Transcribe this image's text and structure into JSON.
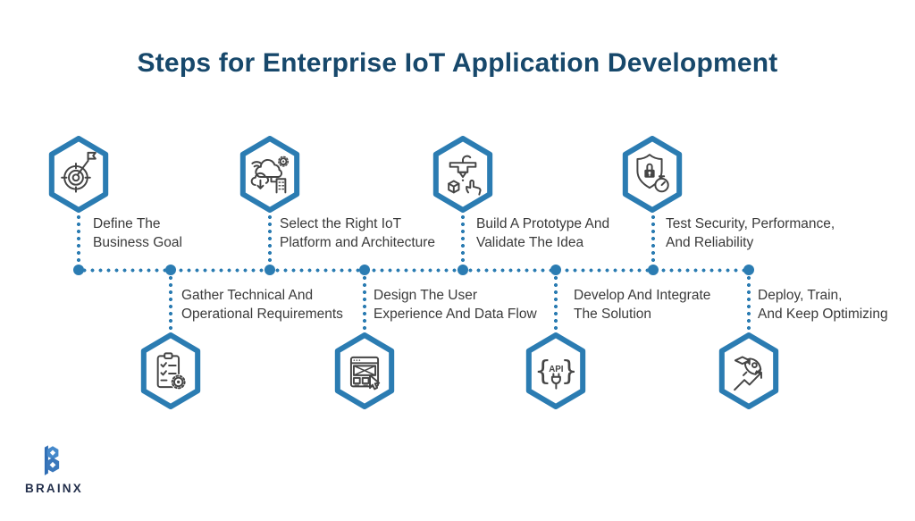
{
  "title": "Steps for Enterprise IoT Application Development",
  "brand": {
    "wordmark": "BRAINX"
  },
  "colors": {
    "accent_blue": "#2b7cb2",
    "title_navy": "#17486b",
    "label_gray": "#3a3a3a",
    "logo_blue": "#3e80c4",
    "background": "#ffffff"
  },
  "timeline": {
    "node_count": 8,
    "style": "dotted"
  },
  "steps": [
    {
      "id": 1,
      "row": "top",
      "icon": "target-flag-icon",
      "line1": "Define The",
      "line2": "Business Goal"
    },
    {
      "id": 2,
      "row": "top",
      "icon": "iot-cloud-platform-icon",
      "line1": "Select the Right IoT",
      "line2": "Platform and Architecture"
    },
    {
      "id": 3,
      "row": "top",
      "icon": "prototype-3d-printer-icon",
      "line1": "Build A Prototype And",
      "line2": "Validate The Idea"
    },
    {
      "id": 4,
      "row": "top",
      "icon": "security-shield-lock-icon",
      "line1": "Test Security, Performance,",
      "line2": "And Reliability"
    },
    {
      "id": 5,
      "row": "bottom",
      "icon": "requirements-clipboard-icon",
      "line1": "Gather Technical And",
      "line2": "Operational Requirements"
    },
    {
      "id": 6,
      "row": "bottom",
      "icon": "ux-wireframe-icon",
      "line1": "Design The User",
      "line2": "Experience And Data Flow"
    },
    {
      "id": 7,
      "row": "bottom",
      "icon": "api-plug-icon",
      "icon_text": "API",
      "line1": "Develop And Integrate",
      "line2": "The Solution"
    },
    {
      "id": 8,
      "row": "bottom",
      "icon": "deploy-rocket-icon",
      "line1": "Deploy, Train,",
      "line2": "And Keep Optimizing"
    }
  ]
}
